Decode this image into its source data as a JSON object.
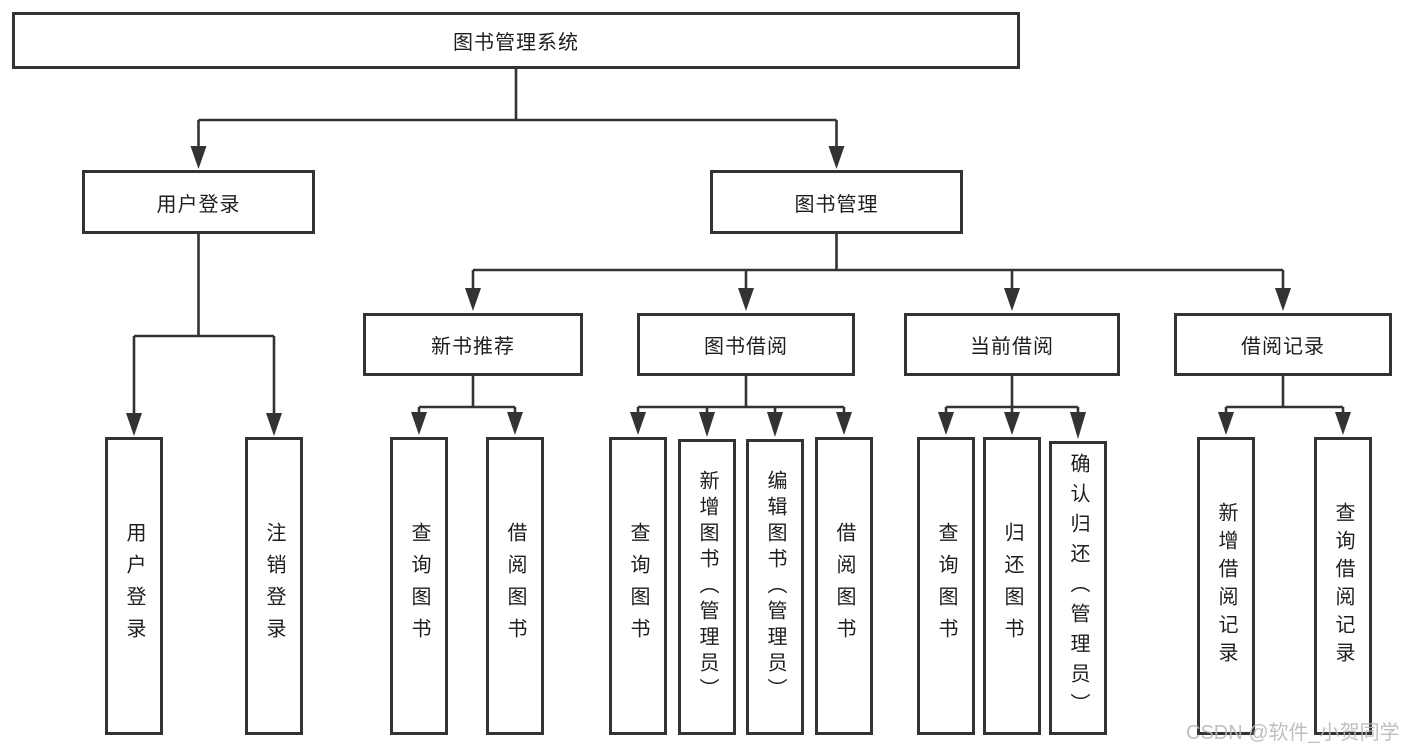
{
  "tree": {
    "label": "图书管理系统",
    "children": [
      {
        "label": "用户登录",
        "children": [
          {
            "label": "用户登录"
          },
          {
            "label": "注销登录"
          }
        ]
      },
      {
        "label": "图书管理",
        "children": [
          {
            "label": "新书推荐",
            "children": [
              {
                "label": "查询图书"
              },
              {
                "label": "借阅图书"
              }
            ]
          },
          {
            "label": "图书借阅",
            "children": [
              {
                "label": "查询图书"
              },
              {
                "label": "新增图书（管理员）"
              },
              {
                "label": "编辑图书（管理员）"
              },
              {
                "label": "借阅图书"
              }
            ]
          },
          {
            "label": "当前借阅",
            "children": [
              {
                "label": "查询图书"
              },
              {
                "label": "归还图书"
              },
              {
                "label": "确认归还（管理员）"
              }
            ]
          },
          {
            "label": "借阅记录",
            "children": [
              {
                "label": "新增借阅记录"
              },
              {
                "label": "查询借阅记录"
              }
            ]
          }
        ]
      }
    ]
  },
  "watermark": {
    "text": "CSDN @软件_小贺同学"
  },
  "colors": {
    "line": "#333333",
    "box-border": "#333333",
    "text": "#1e1e1e",
    "watermark": "#b9b9b9",
    "background": "#ffffff"
  }
}
